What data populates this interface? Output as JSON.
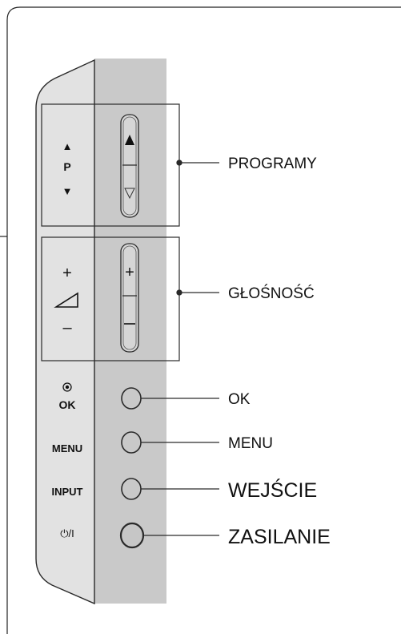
{
  "panel": {
    "program_group": {
      "up_symbol": "▲",
      "letter": "P",
      "down_symbol": "▼"
    },
    "volume_group": {
      "plus": "+",
      "minus": "–"
    },
    "ok_label": "OK",
    "menu_label": "MENU",
    "input_label": "INPUT",
    "power_label": "⏻/I"
  },
  "callouts": {
    "programs": "PROGRAMY",
    "volume": "GŁOŚNOŚĆ",
    "ok": "OK",
    "menu": "MENU",
    "input": "WEJŚCIE",
    "power": "ZASILANIE"
  },
  "colors": {
    "panel_front": "#e2e2e2",
    "panel_side": "#c9c9c9",
    "outline": "#2a2a2a",
    "button_fill": "#c6c6c6"
  }
}
